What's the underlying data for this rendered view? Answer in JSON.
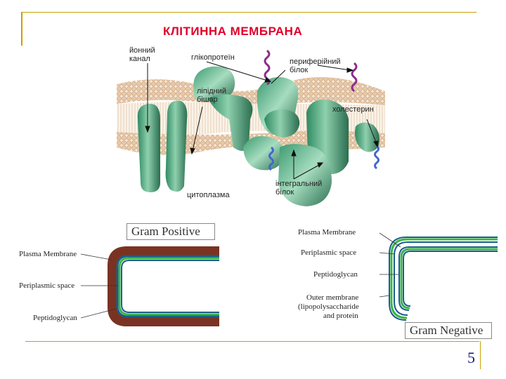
{
  "slide": {
    "title": "КЛІТИННА МЕМБРАНА",
    "page_number": "5",
    "accent_color": "#c8a000",
    "title_color": "#e0002a"
  },
  "membrane_labels": {
    "ion_channel": "йонний канал",
    "glycoprotein": "глікопротеїн",
    "peripheral_protein": "периферійний білок",
    "lipid_bilayer": "ліпідний бішар",
    "cholesterol": "холестерин",
    "cytoplasm": "цитоплазма",
    "integral_protein": "інтегральний білок"
  },
  "gram_positive": {
    "title": "Gram Positive",
    "plasma_membrane": "Plasma Membrane",
    "periplasmic_space": "Periplasmic space",
    "peptidoglycan": "Peptidoglycan"
  },
  "gram_negative": {
    "title": "Gram Negative",
    "plasma_membrane": "Plasma Membrane",
    "periplasmic_space": "Periplasmic space",
    "peptidoglycan": "Peptidoglycan",
    "outer_membrane_line1": "Outer membrane",
    "outer_membrane_line2": "(lipopolysaccharide",
    "outer_membrane_line3": "and protein"
  }
}
